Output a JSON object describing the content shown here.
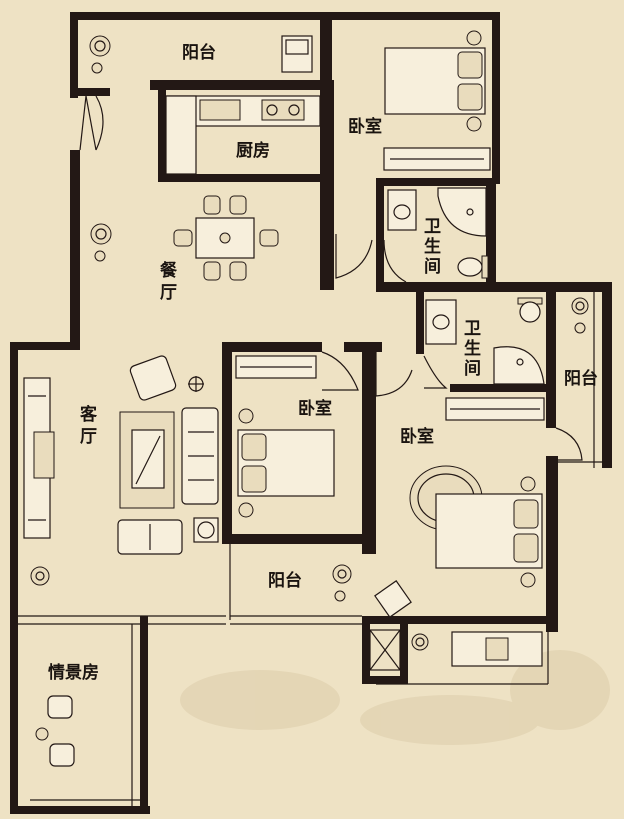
{
  "colors": {
    "background": "#eee2c4",
    "wall": "#231815",
    "furniture_fill": "#f7efdc"
  },
  "rooms": {
    "balcony_top": "阳台",
    "bedroom_top": "卧室",
    "kitchen": "厨房",
    "bathroom_top_line1": "卫",
    "bathroom_top_line2": "生",
    "bathroom_top_line3": "间",
    "dining_line1": "餐",
    "dining_line2": "厅",
    "bathroom_mid_line1": "卫",
    "bathroom_mid_line2": "生",
    "bathroom_mid_line3": "间",
    "balcony_right": "阳台",
    "living_line1": "客",
    "living_line2": "厅",
    "bedroom_middle": "卧室",
    "bedroom_master": "卧室",
    "balcony_bottom": "阳台",
    "scene_room": "情景房"
  },
  "icons": [
    "plant-icon",
    "bed-icon",
    "sofa-icon",
    "dining-table-icon",
    "toilet-icon",
    "shower-icon",
    "sink-icon",
    "stove-icon",
    "washing-machine-icon",
    "door-swing-icon"
  ]
}
